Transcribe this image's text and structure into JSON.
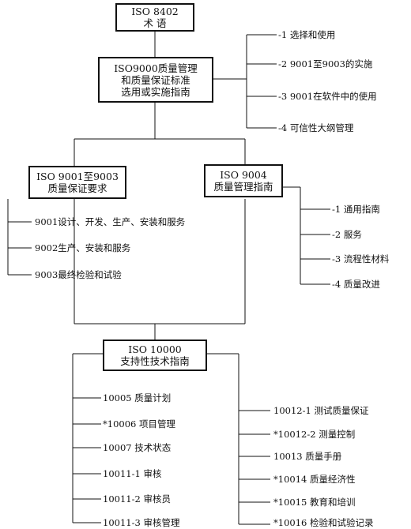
{
  "boxes": {
    "iso8402": [
      "ISO 8402",
      "术 语"
    ],
    "iso9000": [
      "ISO9000质量管理",
      "和质量保证标准",
      "选用或实施指南"
    ],
    "iso9001_9003": [
      "ISO 9001至9003",
      "质量保证要求"
    ],
    "iso9004": [
      "ISO 9004",
      "质量管理指南"
    ],
    "iso10000": [
      "ISO 10000",
      "支持性技术指南"
    ]
  },
  "iso9000_parts": [
    "-1 选择和使用",
    "-2 9001至9003的实施",
    "-3 9001在软件中的使用",
    "-4 可信性大纲管理"
  ],
  "iso9001_9003_parts": [
    "9001设计、开发、生产、安装和服务",
    "9002生产、安装和服务",
    "9003最终检验和试验"
  ],
  "iso9004_parts": [
    "-1 通用指南",
    "-2 服务",
    "-3 流程性材料",
    "-4 质量改进"
  ],
  "iso10000_left": [
    "10005 质量计划",
    "*10006 项目管理",
    "10007 技术状态",
    "10011-1 审核",
    "10011-2 审核员",
    "10011-3 审核管理"
  ],
  "iso10000_right": [
    "10012-1 测试质量保证",
    "*10012-2 测量控制",
    "10013 质量手册",
    "*10014 质量经济性",
    "*10015 教育和培训",
    "*10016 检验和试验记录"
  ]
}
